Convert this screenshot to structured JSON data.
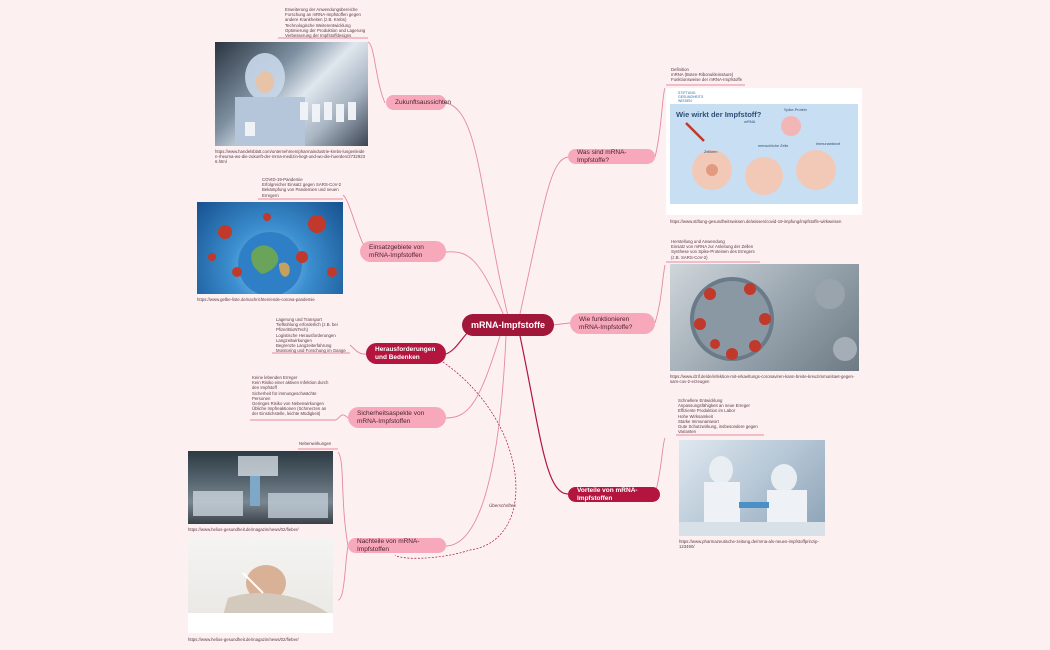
{
  "central": "mRNA-Impfstoffe",
  "branches": {
    "zukunft": {
      "label": "Zukunftsaussichten",
      "notes": [
        "Erweiterung der Anwendungsbereiche",
        "Forschung an mRNA-Impfstoffen gegen",
        "andere Krankheiten (z.B. Krebs)",
        "Technologische Weiterentwicklung",
        "Optimierung der Produktion und Lagerung",
        "Verbesserung der Impfstoffdesigns"
      ],
      "url": "https://www.handelsblatt.com/unternehmen/pharmaindustrie-krebs-lungenleiden-rheuma-wo-die-zukunft-der-mrna-medizin-liegt-und-wo-die-huerden/27329236.html"
    },
    "einsatz": {
      "label": "Einsatzgebiete von mRNA-Impfstoffen",
      "notes": [
        "COVID-19-Pandemie",
        "Erfolgreicher Einsatz gegen SARS-CoV-2",
        "Bekämpfung von Pandemien und neuen",
        "Erregern"
      ],
      "url": "https://www.gelbe-liste.de/nachrichten/ende-corona-pandemie"
    },
    "heraus": {
      "label": "Herausforderungen und Bedenken",
      "notes": [
        "Lagerung und Transport",
        "Tiefkühlung erforderlich (z.B. bei",
        "Pfizer/BioNTech)",
        "Logistische Herausforderungen",
        "Langzeitwirkungen",
        "Begrenzte Langzeiterfahrung",
        "Monitoring und Forschung im Gange"
      ]
    },
    "sicher": {
      "label": "Sicherheitsaspekte von mRNA-Impfstoffen",
      "notes": [
        "Keine lebenden Erreger",
        "Kein Risiko einer aktiven Infektion durch",
        "den Impfstoff",
        "Sicherheit für immungeschwächte",
        "Personen",
        "Geringes Risiko von Nebenwirkungen",
        "Übliche Impfreaktionen (Schmerzen an",
        "der Einstichstelle, leichte Müdigkeit)"
      ]
    },
    "nachteile": {
      "label": "Nachteile von mRNA-Impfstoffen",
      "note": "Nebenwirkungen",
      "url1": "https://www.helios-gesundheit.de/magazin/news/02/fieber/",
      "url2": "https://www.helios-gesundheit.de/magazin/news/02/fieber/"
    },
    "wasist": {
      "label": "Was sind mRNA-Impfstoffe?",
      "notes": [
        "Definition",
        "mRNA (Boten-Ribonukleinsäure)",
        "Funktionsweise der mRNA-Impfstoffe"
      ],
      "url": "https://www.stiftung-gesundheitswissen.de/wissen/covid-19-impfung/impfstoffe-wirkweisen"
    },
    "funktion": {
      "label": "Wie funktionieren mRNA-Impfstoffe?",
      "notes": [
        "Herstellung und Anwendung",
        "Einsatz von mRNA zur Anleitung der Zellen",
        "Synthese von Spike-Proteinen des Erregers",
        "(z.B. SARS-CoV-2)"
      ],
      "url": "https://www.dzif.de/de/infektion-mit-erkaeltungs-coronaviren-kann-breite-kreuzimmunitaet-gegen-sars-cov-2-erzeugen"
    },
    "vorteile": {
      "label": "Vorteile von mRNA-Impfstoffen",
      "notes": [
        "Schnellere Entwicklung",
        "Anpassungsfähigkeit an neue Erreger",
        "Effiziente Produktion im Labor",
        "Hohe Wirksamkeit",
        "Starke Immunantwort",
        "Gute Schutzwirkung, insbesondere gegen",
        "Varianten"
      ],
      "url": "https://www.pharmazeutische-zeitung.de/mrna-als-neues-impfstoffprinzip-123490/"
    }
  },
  "relation_label": "Überschriften",
  "infographic": {
    "brand": "STIFTUNG GESUNDHEITS WISSEN",
    "title": "Wie wirkt der Impfstoff?",
    "labels": [
      "mRNA",
      "Spike-Protein",
      "Zellkern",
      "menschliche Zelle",
      "Immunantwort"
    ]
  },
  "colors": {
    "background": "#fdf0f1",
    "central": "#a0173a",
    "dark_node": "#b3153f",
    "light_node": "#f7a9bb",
    "line": "#e48aa0"
  }
}
